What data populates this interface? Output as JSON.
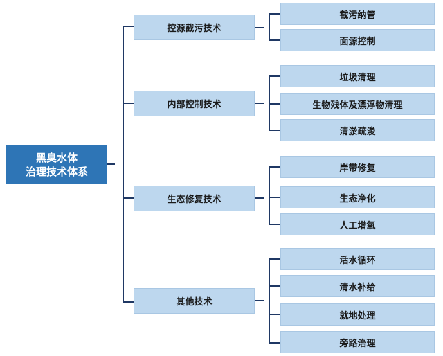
{
  "root": {
    "line1": "黑臭水体",
    "line2": "治理技术体系"
  },
  "categories": [
    {
      "label": "控源截污技术",
      "items": [
        "截污纳管",
        "面源控制"
      ]
    },
    {
      "label": "内部控制技术",
      "items": [
        "垃圾清理",
        "生物残体及漂浮物清理",
        "清淤疏浚"
      ]
    },
    {
      "label": "生态修复技术",
      "items": [
        "岸带修复",
        "生态净化",
        "人工增氧"
      ]
    },
    {
      "label": "其他技术",
      "items": [
        "活水循环",
        "清水补给",
        "就地处理",
        "旁路治理"
      ]
    }
  ],
  "colors": {
    "root": "#2e75b6",
    "box": "#bdd7ee",
    "line": "#1f3864"
  }
}
